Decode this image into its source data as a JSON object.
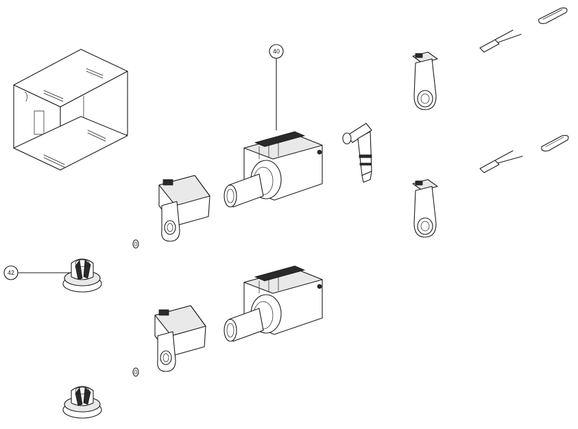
{
  "callouts": [
    {
      "id": "callout-40",
      "label": "40"
    },
    {
      "id": "callout-42",
      "label": "42"
    }
  ],
  "colors": {
    "line": "#1a1a1a",
    "background": "#ffffff",
    "shade": "#e9e9e9"
  }
}
